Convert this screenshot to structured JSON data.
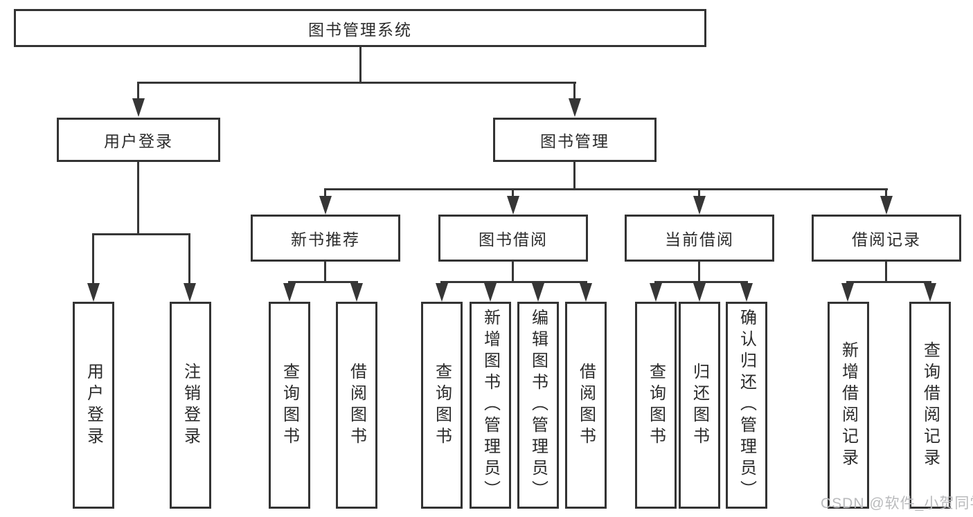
{
  "colors": {
    "line": "#363636",
    "box_border": "#333333",
    "text": "#2b2b2b",
    "background": "#ffffff",
    "watermark": "#b9babc"
  },
  "watermark": "CSDN @软件_小贺同学",
  "tree": {
    "label": "图书管理系统",
    "children": [
      {
        "label": "用户登录",
        "children": [
          {
            "label": "用户登录"
          },
          {
            "label": "注销登录"
          }
        ]
      },
      {
        "label": "图书管理",
        "children": [
          {
            "label": "新书推荐",
            "children": [
              {
                "label": "查询图书"
              },
              {
                "label": "借阅图书"
              }
            ]
          },
          {
            "label": "图书借阅",
            "children": [
              {
                "label": "查询图书"
              },
              {
                "label": "新增图书（管理员）"
              },
              {
                "label": "编辑图书（管理员）"
              },
              {
                "label": "借阅图书"
              }
            ]
          },
          {
            "label": "当前借阅",
            "children": [
              {
                "label": "查询图书"
              },
              {
                "label": "归还图书"
              },
              {
                "label": "确认归还（管理员）"
              }
            ]
          },
          {
            "label": "借阅记录",
            "children": [
              {
                "label": "新增借阅记录"
              },
              {
                "label": "查询借阅记录"
              }
            ]
          }
        ]
      }
    ]
  }
}
